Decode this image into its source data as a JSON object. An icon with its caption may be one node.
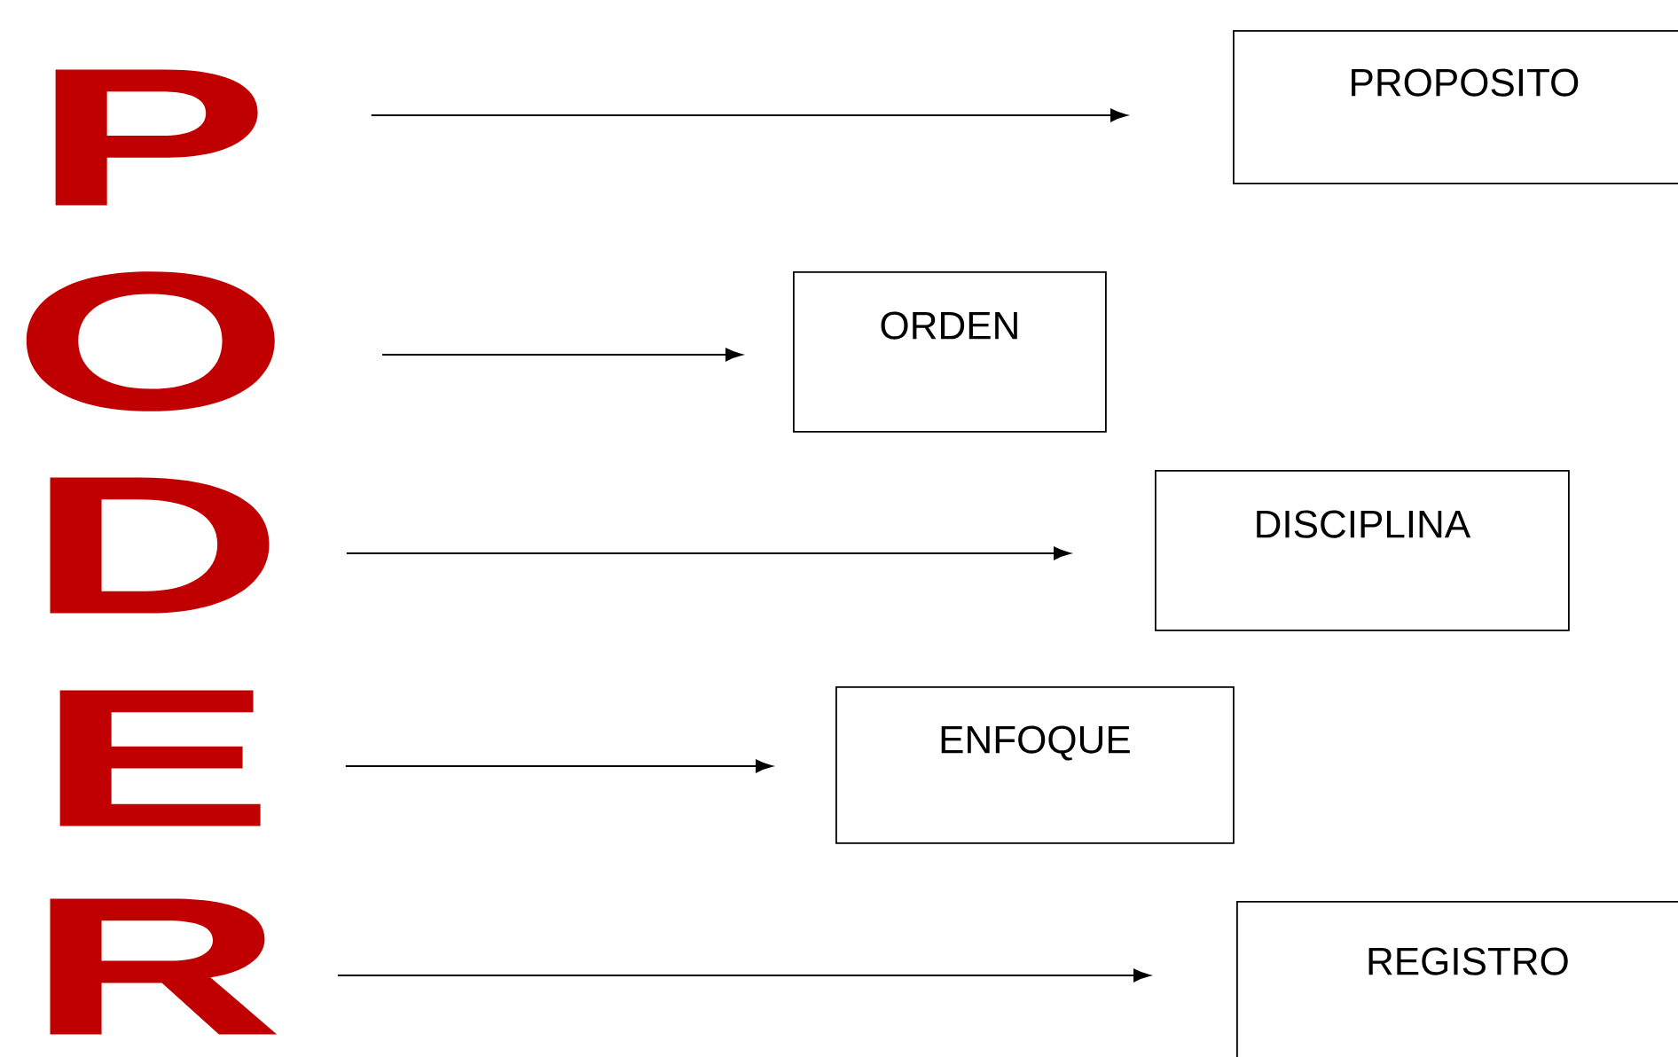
{
  "diagram": {
    "nodes": [
      {
        "text": [
          "P"
        ]
      },
      {
        "text": [
          "O"
        ]
      },
      {
        "text": [
          "D"
        ]
      },
      {
        "text": [
          "E"
        ]
      },
      {
        "text": [
          "R"
        ]
      },
      {
        "text": [
          "PROPOSITO"
        ]
      },
      {
        "text": [
          "ORDEN"
        ]
      },
      {
        "text": [
          "DISCIPLINA"
        ]
      },
      {
        "text": [
          "ENFOQUE"
        ]
      },
      {
        "text": [
          "REGISTRO"
        ]
      }
    ],
    "edges": [
      {
        "from": 0,
        "to": 5,
        "arrow": "to"
      },
      {
        "from": 1,
        "to": 6,
        "arrow": "to"
      },
      {
        "from": 2,
        "to": 7,
        "arrow": "to"
      },
      {
        "from": 3,
        "to": 8,
        "arrow": "to"
      },
      {
        "from": 4,
        "to": 9,
        "arrow": "to"
      }
    ]
  }
}
